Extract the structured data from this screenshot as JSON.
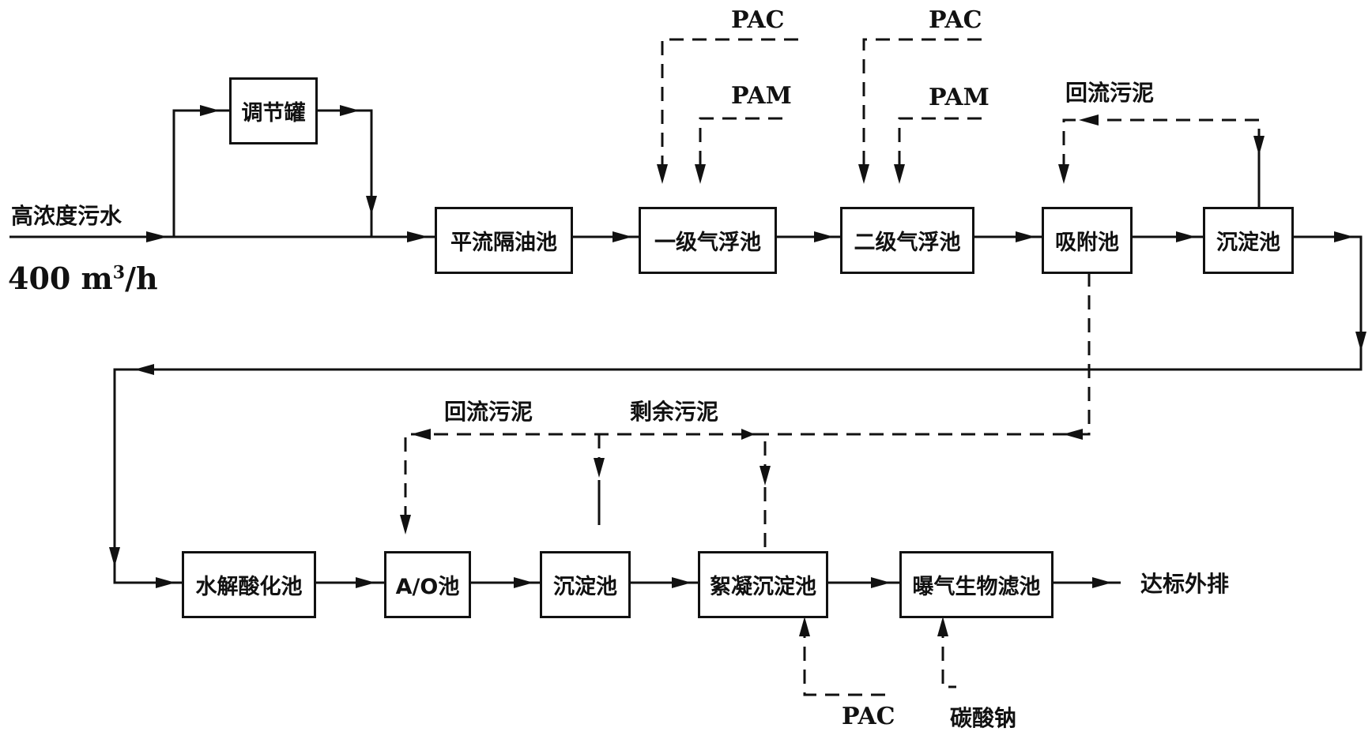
{
  "diagram": {
    "influent": {
      "label": "高浓度污水",
      "flow_value": "400 m",
      "flow_sup": "3",
      "flow_unit": "/h"
    },
    "process_units": {
      "regulating_tank": "调节罐",
      "oil_separator": "平流隔油池",
      "flotation_1": "一级气浮池",
      "flotation_2": "二级气浮池",
      "adsorption": "吸附池",
      "sedimentation_1": "沉淀池",
      "hydrolysis": "水解酸化池",
      "ao_tank": "A/O池",
      "sedimentation_2": "沉淀池",
      "coagulation": "絮凝沉淀池",
      "baf": "曝气生物滤池"
    },
    "chemicals": {
      "pac_1": "PAC",
      "pam_1": "PAM",
      "pac_2": "PAC",
      "pam_2": "PAM",
      "pac_3": "PAC",
      "soda": "碳酸钠"
    },
    "sludge": {
      "return_top": "回流污泥",
      "return_bottom": "回流污泥",
      "excess": "剩余污泥"
    },
    "effluent": {
      "label": "达标外排"
    }
  }
}
